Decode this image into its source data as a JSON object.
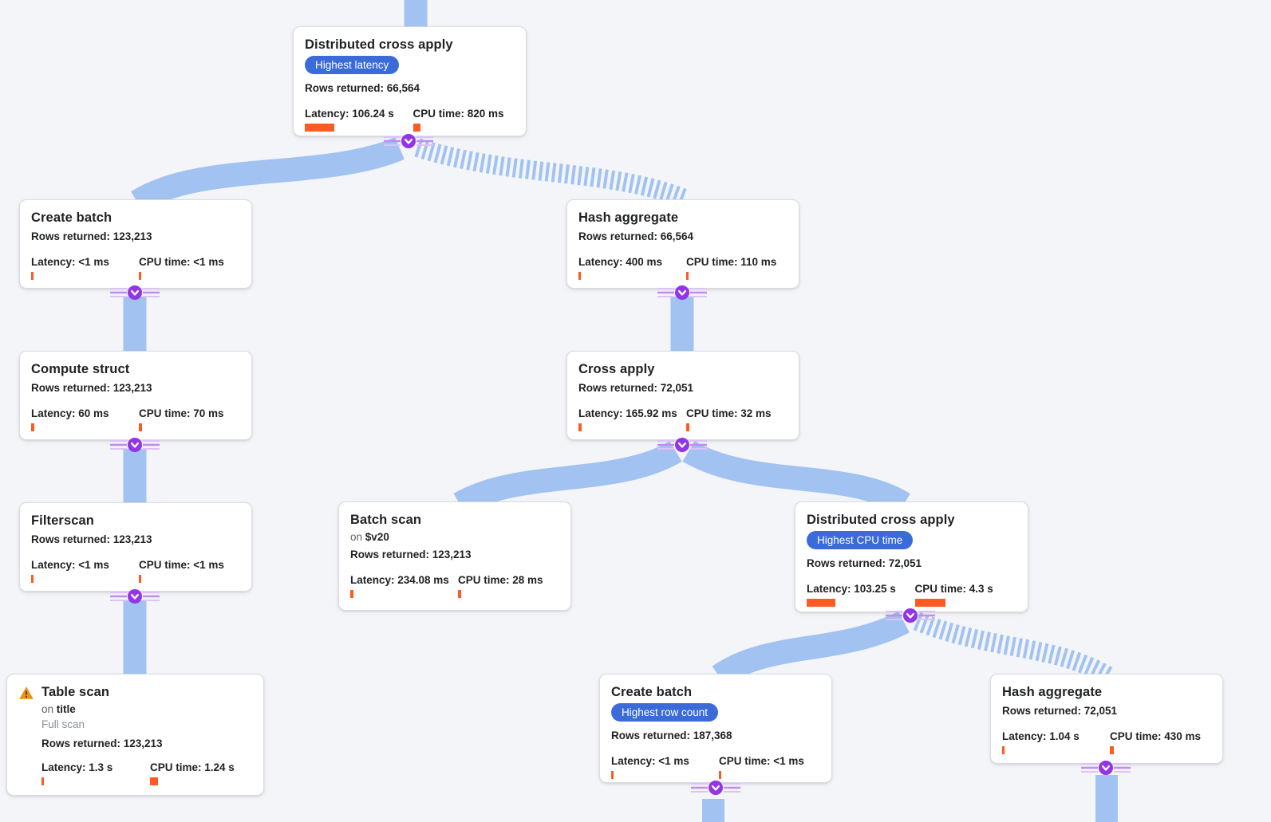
{
  "canvas": {
    "background": "#f4f5f9",
    "edge_color": "#a2c3f1",
    "accent_orange": "#ff5a21",
    "badge_blue": "#3a6bd8",
    "connector_purple": "#9334e6",
    "warning_orange": "#ef9113"
  },
  "nodes": [
    {
      "title": "Distributed cross apply",
      "badge": "Highest latency",
      "rows": "Rows returned: 66,564",
      "latency": "Latency: 106.24 s",
      "cpu": "CPU time: 820 ms",
      "latency_bar": 37,
      "cpu_bar": 9
    },
    {
      "title": "Create batch",
      "rows": "Rows returned: 123,213",
      "latency": "Latency: <1 ms",
      "cpu": "CPU time: <1 ms",
      "latency_bar": 3,
      "cpu_bar": 3
    },
    {
      "title": "Hash aggregate",
      "rows": "Rows returned: 66,564",
      "latency": "Latency: 400 ms",
      "cpu": "CPU time: 110 ms",
      "latency_bar": 3,
      "cpu_bar": 3
    },
    {
      "title": "Compute struct",
      "rows": "Rows returned: 123,213",
      "latency": "Latency: 60 ms",
      "cpu": "CPU time: 70 ms",
      "latency_bar": 4,
      "cpu_bar": 4
    },
    {
      "title": "Cross apply",
      "rows": "Rows returned: 72,051",
      "latency": "Latency: 165.92 ms",
      "cpu": "CPU time: 32 ms",
      "latency_bar": 4,
      "cpu_bar": 4
    },
    {
      "title": "Filterscan",
      "rows": "Rows returned: 123,213",
      "latency": "Latency: <1 ms",
      "cpu": "CPU time: <1 ms",
      "latency_bar": 3,
      "cpu_bar": 3
    },
    {
      "title": "Batch scan",
      "on_prefix": "on",
      "on_target": "$v20",
      "rows": "Rows returned: 123,213",
      "latency": "Latency: 234.08 ms",
      "cpu": "CPU time: 28 ms",
      "latency_bar": 4,
      "cpu_bar": 4
    },
    {
      "title": "Distributed cross apply",
      "badge": "Highest CPU time",
      "rows": "Rows returned: 72,051",
      "latency": "Latency: 103.25 s",
      "cpu": "CPU time: 4.3 s",
      "latency_bar": 36,
      "cpu_bar": 38
    },
    {
      "title": "Table scan",
      "on_prefix": "on",
      "on_target": "title",
      "subtitle": "Full scan",
      "rows": "Rows returned: 123,213",
      "latency": "Latency: 1.3 s",
      "cpu": "CPU time: 1.24 s",
      "latency_bar": 3,
      "cpu_bar": 10
    },
    {
      "title": "Create batch",
      "badge": "Highest row count",
      "rows": "Rows returned: 187,368",
      "latency": "Latency: <1 ms",
      "cpu": "CPU time: <1 ms",
      "latency_bar": 3,
      "cpu_bar": 3
    },
    {
      "title": "Hash aggregate",
      "rows": "Rows returned: 72,051",
      "latency": "Latency: 1.04 s",
      "cpu": "CPU time: 430 ms",
      "latency_bar": 3,
      "cpu_bar": 5
    }
  ]
}
